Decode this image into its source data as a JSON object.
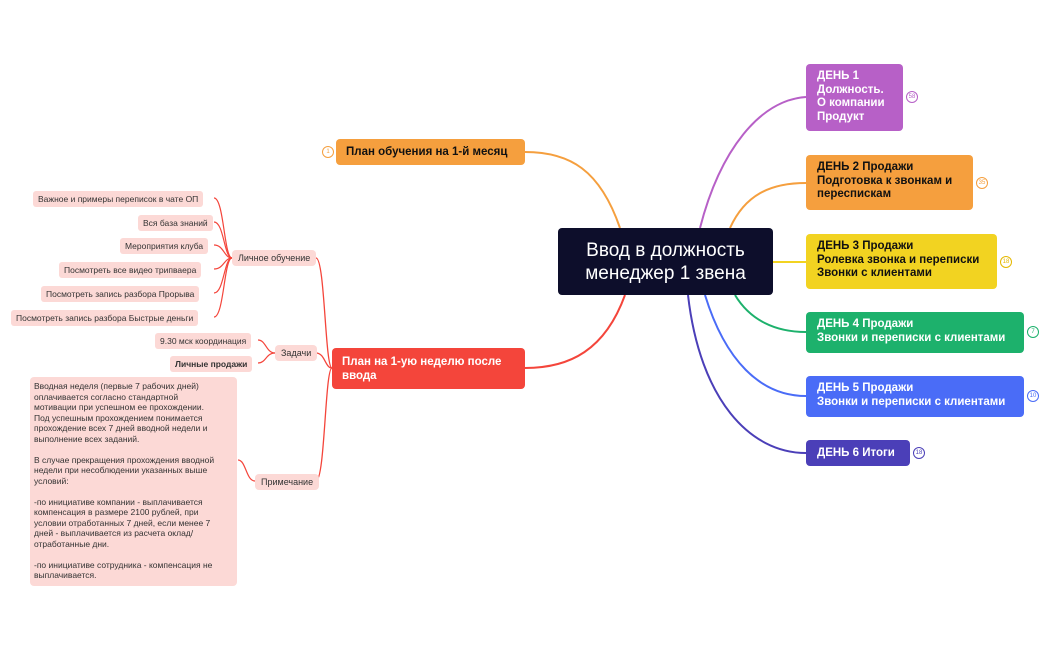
{
  "root": {
    "title": "Ввод в должность\nменеджер 1 звена"
  },
  "days": [
    {
      "label": "ДЕНЬ 1\nДолжность.\nО компании\nПродукт",
      "color": "#b760c7",
      "text_color": "#ffffff",
      "badge": "58"
    },
    {
      "label": "ДЕНЬ 2 Продажи\nПодготовка к звонкам и\nпереспискам",
      "color": "#f59f3e",
      "text_color": "#111111",
      "badge": "35"
    },
    {
      "label": "ДЕНЬ 3 Продажи\nРолевка звонка и переписки\nЗвонки с клиентами",
      "color": "#f2d321",
      "text_color": "#111111",
      "badge": "18"
    },
    {
      "label": "ДЕНЬ 4 Продажи\nЗвонки и переписки с клиентами",
      "color": "#1db16c",
      "text_color": "#ffffff",
      "badge": "7"
    },
    {
      "label": "ДЕНЬ 5 Продажи\nЗвонки и переписки с клиентами",
      "color": "#4a6cf7",
      "text_color": "#ffffff",
      "badge": "10"
    },
    {
      "label": "ДЕНЬ 6 Итоги",
      "color": "#4b3fb8",
      "text_color": "#ffffff",
      "badge": "18"
    }
  ],
  "month_plan": {
    "label": "План обучения на 1-й месяц",
    "badge": "1",
    "color": "#f59f3e"
  },
  "week_plan": {
    "label": "План  на 1-ую неделю после\nввода",
    "color": "#f4453b"
  },
  "branches": {
    "personal": {
      "label": "Личное обучение",
      "items": [
        "Важное и примеры переписок в чате ОП",
        "Вся база знаний",
        "Мероприятия клуба",
        "Посмотреть все видео трипваера",
        "Посмотреть запись разбора Прорыва",
        "Посмотреть запись разбора Быстрые деньги"
      ]
    },
    "tasks": {
      "label": "Задачи",
      "items": [
        "9.30 мск координация",
        "Личные продажи"
      ]
    },
    "note": {
      "label": "Примечание",
      "text": "Вводная неделя (первые 7 рабочих дней)\nоплачивается согласно стандартной\nмотивации при успешном ее прохождении.\nПод успешным прохождением понимается\nпрохождение всех 7 дней вводной недели и\nвыполнение всех заданий.\n\nВ случае прекращения прохождения вводной\nнедели при несоблюдении указанных выше\nусловий:\n\n-по инициативе компании - выплачивается\nкомпенсация в размере 2100 рублей, при\nусловии отработанных 7 дней, если менее 7\nдней - выплачивается из расчета оклад/\nотработанные дни.\n\n-по инициативе сотрудника - компенсация не\nвыплачивается."
    }
  }
}
